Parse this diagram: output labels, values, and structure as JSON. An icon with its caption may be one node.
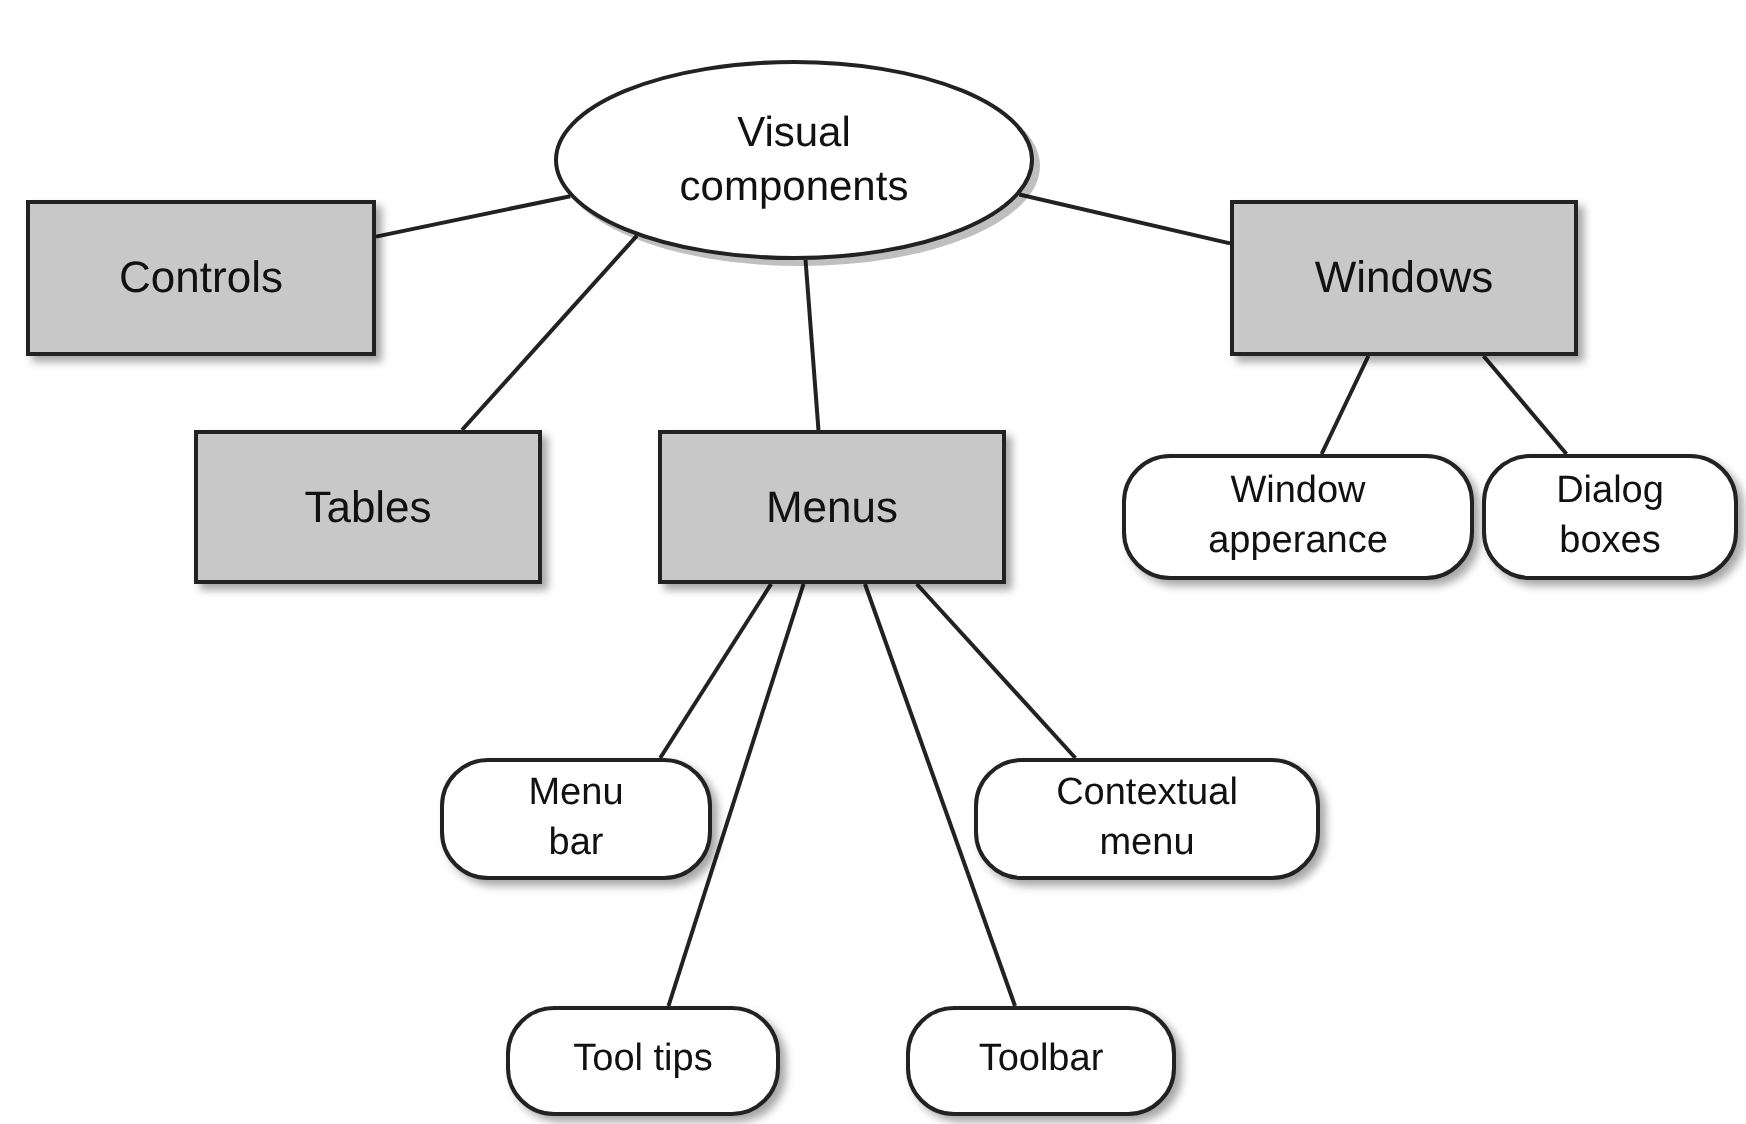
{
  "diagram": {
    "nodes": [
      {
        "text": [
          "Visual components"
        ]
      },
      {
        "text": [
          "Controls"
        ]
      },
      {
        "text": [
          "Windows"
        ]
      },
      {
        "text": [
          "Tables"
        ]
      },
      {
        "text": [
          "Menus"
        ]
      },
      {
        "text": [
          "Window apperance"
        ]
      },
      {
        "text": [
          "Dialog boxes"
        ]
      },
      {
        "text": [
          "Menu bar"
        ]
      },
      {
        "text": [
          "Contextual menu"
        ]
      },
      {
        "text": [
          "Tool tips"
        ]
      },
      {
        "text": [
          "Toolbar"
        ]
      }
    ],
    "edges": [
      {
        "from": 0,
        "to": 1,
        "arrow": "none"
      },
      {
        "from": 0,
        "to": 3,
        "arrow": "none"
      },
      {
        "from": 0,
        "to": 4,
        "arrow": "none"
      },
      {
        "from": 0,
        "to": 2,
        "arrow": "none"
      },
      {
        "from": 2,
        "to": 5,
        "arrow": "none"
      },
      {
        "from": 2,
        "to": 6,
        "arrow": "none"
      },
      {
        "from": 4,
        "to": 7,
        "arrow": "none"
      },
      {
        "from": 4,
        "to": 9,
        "arrow": "none"
      },
      {
        "from": 4,
        "to": 10,
        "arrow": "none"
      },
      {
        "from": 4,
        "to": 8,
        "arrow": "none"
      }
    ]
  }
}
